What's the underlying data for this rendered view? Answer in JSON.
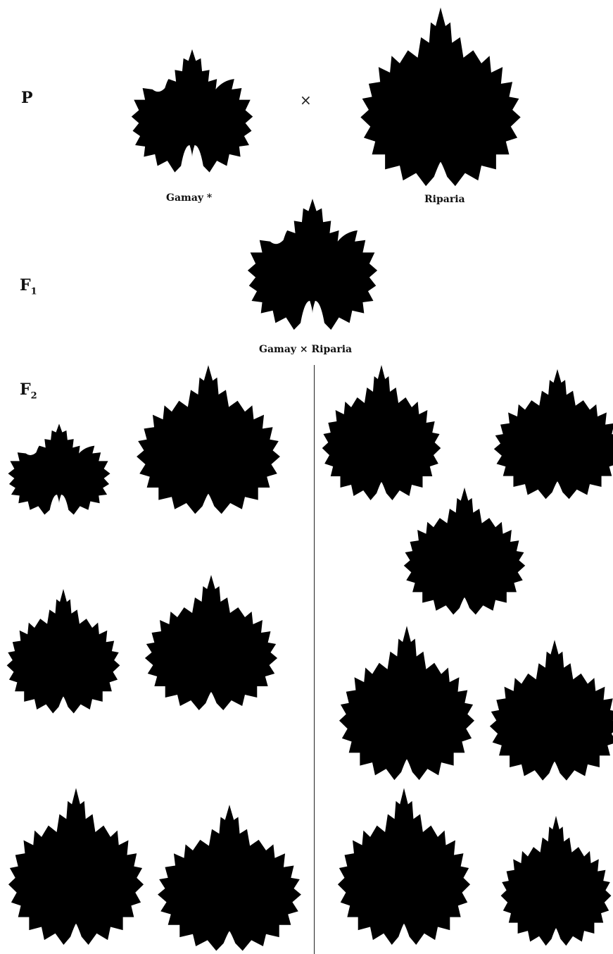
{
  "generations": {
    "p": "P",
    "f1_base": "F",
    "f1_sub": "1",
    "f2_base": "F",
    "f2_sub": "2"
  },
  "cross_symbol": "×",
  "captions": {
    "parent_a": "Gamay *",
    "parent_b": "Riparia",
    "hybrid": "Gamay × Riparia"
  },
  "colors": {
    "ink": "#111111",
    "paper": "#ffffff"
  }
}
